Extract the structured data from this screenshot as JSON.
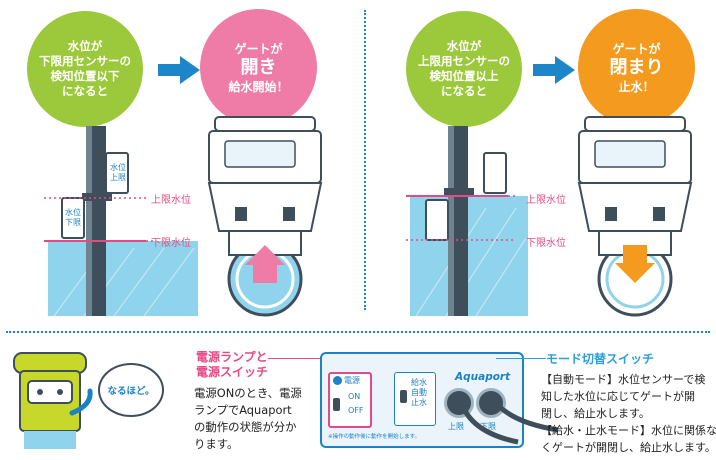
{
  "scenario_open": {
    "condition_text": "水位が\n下限用センサーの\n検知位置以下\nになると",
    "result_line1": "ゲートが",
    "result_main": "開き",
    "result_line3": "給水開始！"
  },
  "scenario_close": {
    "condition_text": "水位が\n上限用センサーの\n検知位置以上\nになると",
    "result_line1": "ゲートが",
    "result_main": "閉まり",
    "result_line3": "止水！"
  },
  "levels": {
    "upper": "上限水位",
    "lower": "下限水位"
  },
  "sensor_labels": {
    "upper": "水位\n上限",
    "lower": "水位\n下限"
  },
  "mascot": {
    "speech": "なるほど。"
  },
  "power_section": {
    "heading": "電源ランプと\n電源スイッチ",
    "body": "電源ONのとき、電源\nランプでAquaport\nの動作の状態が分か\nります。"
  },
  "panel": {
    "power_lamp": "電源",
    "on": "ON",
    "off": "OFF",
    "mode_labels": "給水\n自動\n止水",
    "brand": "Aquaport",
    "upper": "上限",
    "lower": "下限",
    "footnote": "※操作の動作後に動作を開始します。"
  },
  "mode_section": {
    "heading": "モード切替スイッチ",
    "lines": [
      "【自動モード】水位センサーで検",
      "知した水位に応じてゲートが開",
      "閉し、給止水します。",
      "【給水・止水モード】水位に関係な",
      "くゲートが開閉し、給止水します。"
    ]
  },
  "colors": {
    "condition": "#9cc93c",
    "open": "#ef7ca6",
    "close": "#f39a1f",
    "arrow": "#1c86c9",
    "water": "#8fd4ec",
    "accent_blue": "#2a9fd8",
    "accent_pink": "#e54a86"
  }
}
